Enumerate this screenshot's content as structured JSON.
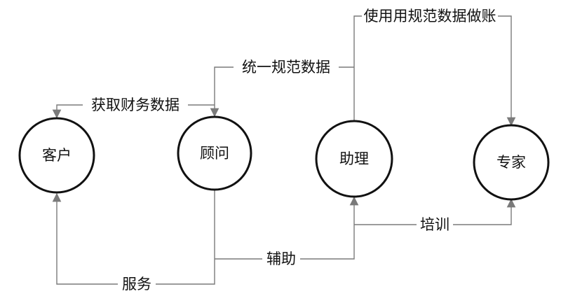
{
  "nodes": {
    "client": "客户",
    "consultant": "顾问",
    "assistant": "助理",
    "expert": "专家"
  },
  "edges": {
    "get_financial_data": "获取财务数据",
    "unify_data": "统一规范数据",
    "bookkeeping": "使用用规范数据做账",
    "training": "培训",
    "assist": "辅助",
    "service": "服务"
  },
  "colors": {
    "line": "#7a7a7a",
    "node_border": "#111111",
    "text": "#111111"
  }
}
